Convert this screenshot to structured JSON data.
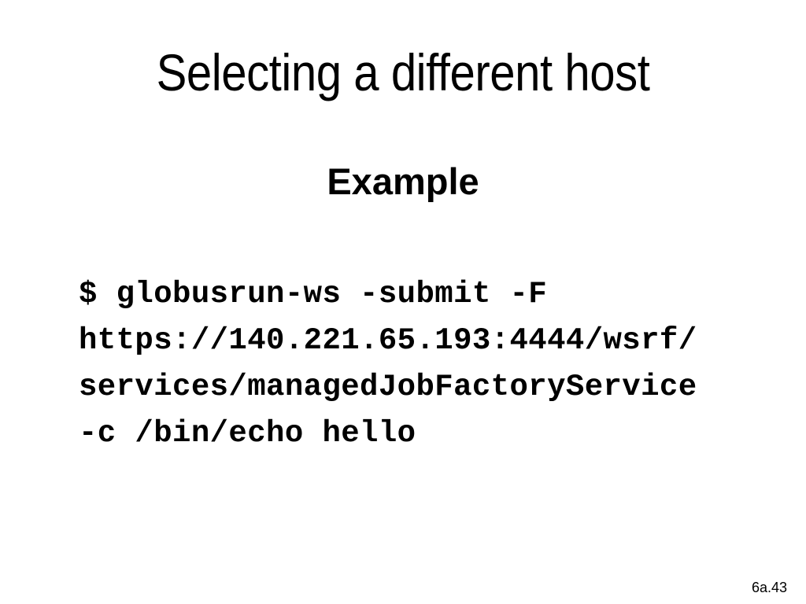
{
  "slide": {
    "title": "Selecting a different host",
    "subtitle": "Example",
    "code_lines": [
      "$ globusrun-ws -submit -F",
      "https://140.221.65.193:4444/wsrf/",
      "services/managedJobFactoryService",
      "-c /bin/echo hello"
    ],
    "footer": "6a.43",
    "colors": {
      "background": "#ffffff",
      "text": "#000000"
    }
  }
}
